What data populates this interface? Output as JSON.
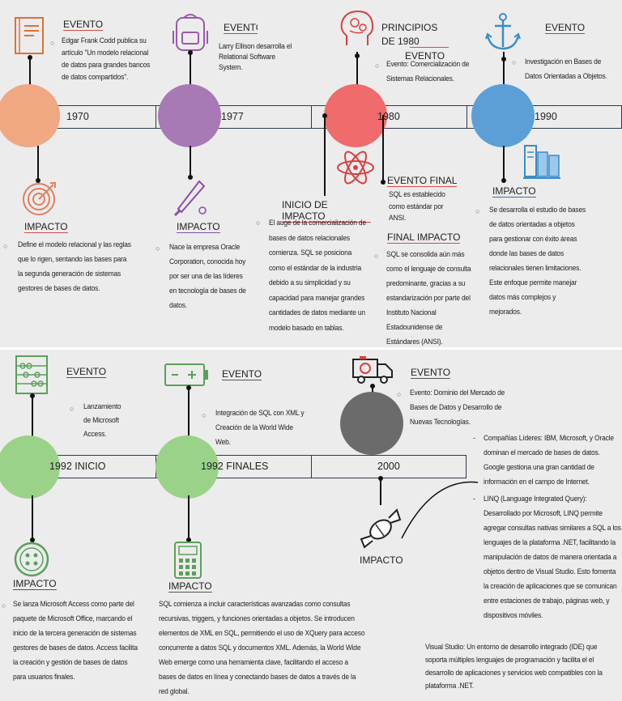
{
  "top": {
    "years": [
      "1970",
      "1977",
      "1980",
      "1990"
    ],
    "e1970": {
      "title": "EVENTO",
      "text": "Edgar Frank Codd publica su artículo \"Un modelo relacional de datos para grandes bancos de datos compartidos\"."
    },
    "e1977": {
      "title": "EVENTO",
      "text": "Larry Ellison desarrolla el Relational Software System."
    },
    "e1980": {
      "title": "PRINCIPIOS DE 1980",
      "sub": "EVENTO",
      "text": "Evento: Comercialización de Sistemas Relacionales."
    },
    "e1990": {
      "title": "EVENTO",
      "text": "Investigación en Bases de Datos Orientadas a Objetos."
    },
    "i1970": {
      "title": "IMPACTO",
      "text": "Define el modelo relacional y las reglas que lo rigen, sentando las bases para la segunda generación de sistemas gestores de bases de datos."
    },
    "i1977": {
      "title": "IMPACTO",
      "text": "Nace la empresa Oracle Corporation, conocida hoy por ser una de las líderes en tecnología de bases de datos."
    },
    "i1980a": {
      "title": "INICIO DE IMPACTO",
      "text": "El auge de la comercialización de bases de datos relacionales comienza. SQL se posiciona como el estándar de la industria debido a su simplicidad y su capacidad para manejar grandes cantidades de datos mediante un modelo basado en tablas."
    },
    "f1980": {
      "title": "EVENTO FINAL",
      "text": "SQL es establecido como estándar por ANSI."
    },
    "fi1980": {
      "title": "FINAL IMPACTO",
      "text": "SQL se consolida aún más como el lenguaje de consulta predominante, gracias a su estandarización por parte del Instituto Nacional Estadounidense de Estándares (ANSI)."
    },
    "i1990": {
      "title": "IMPACTO",
      "text": "Se desarrolla el estudio de bases de datos orientadas a objetos para gestionar con éxito áreas donde las bases de datos relacionales tienen limitaciones. Este enfoque permite manejar datos más complejos y mejorados."
    }
  },
  "bottom": {
    "years": [
      "1992 INICIO",
      "1992 FINALES",
      "2000"
    ],
    "e1992a": {
      "title": "EVENTO",
      "text": "Lanzamiento de Microsoft Access."
    },
    "e1992b": {
      "title": "EVENTO",
      "text": "Integración de SQL con XML y Creación de la World Wide Web."
    },
    "e2000": {
      "title": "EVENTO",
      "text": "Evento: Dominio del Mercado de Bases de Datos y Desarrollo de Nuevas Tecnologías."
    },
    "i1992a": {
      "title": "IMPACTO",
      "text": "Se lanza Microsoft Access como parte del paquete de Microsoft Office, marcando el inicio de la tercera generación de sistemas gestores de bases de datos. Access facilita la creación y gestión de bases de datos para usuarios finales."
    },
    "i1992b": {
      "title": "IMPACTO",
      "text": "SQL comienza a incluir características avanzadas como consultas recursivas, triggers, y funciones orientadas a objetos. Se introducen elementos de XML en SQL, permitiendo el uso de XQuery para acceso concurrente a datos SQL y documentos XML. Además, la World Wide Web emerge como una herramienta clave, facilitando el acceso a bases de datos en línea y conectando bases de datos a través de la red global."
    },
    "i2000": {
      "title": "IMPACTO"
    },
    "b1": "Compañías Líderes: IBM, Microsoft, y Oracle dominan el mercado de bases de datos. Google gestiona una gran cantidad de información en el campo de Internet.",
    "b2": "LINQ (Language Integrated Query): Desarrollado por Microsoft, LINQ permite agregar consultas nativas similares a SQL a los lenguajes de la plataforma .NET, facilitando la manipulación de datos de manera orientada a objetos dentro de Visual Studio. Esto fomenta la creación de aplicaciones que se comunican entre estaciones de trabajo, páginas web, y dispositivos móviles.",
    "vs": "Visual Studio: Un entorno de desarrollo integrado (IDE) que soporta múltiples lenguajes de programación y facilita el el desarrollo de aplicaciones y servicios web compatibles con la plataforma .NET."
  },
  "colors": {
    "peach": "#f0a882",
    "purple": "#a779b5",
    "coral": "#f06b6b",
    "blue": "#5b9fd6",
    "green": "#9bd28a",
    "gray": "#6b6b6b",
    "iconGreen": "#5aa05a"
  }
}
